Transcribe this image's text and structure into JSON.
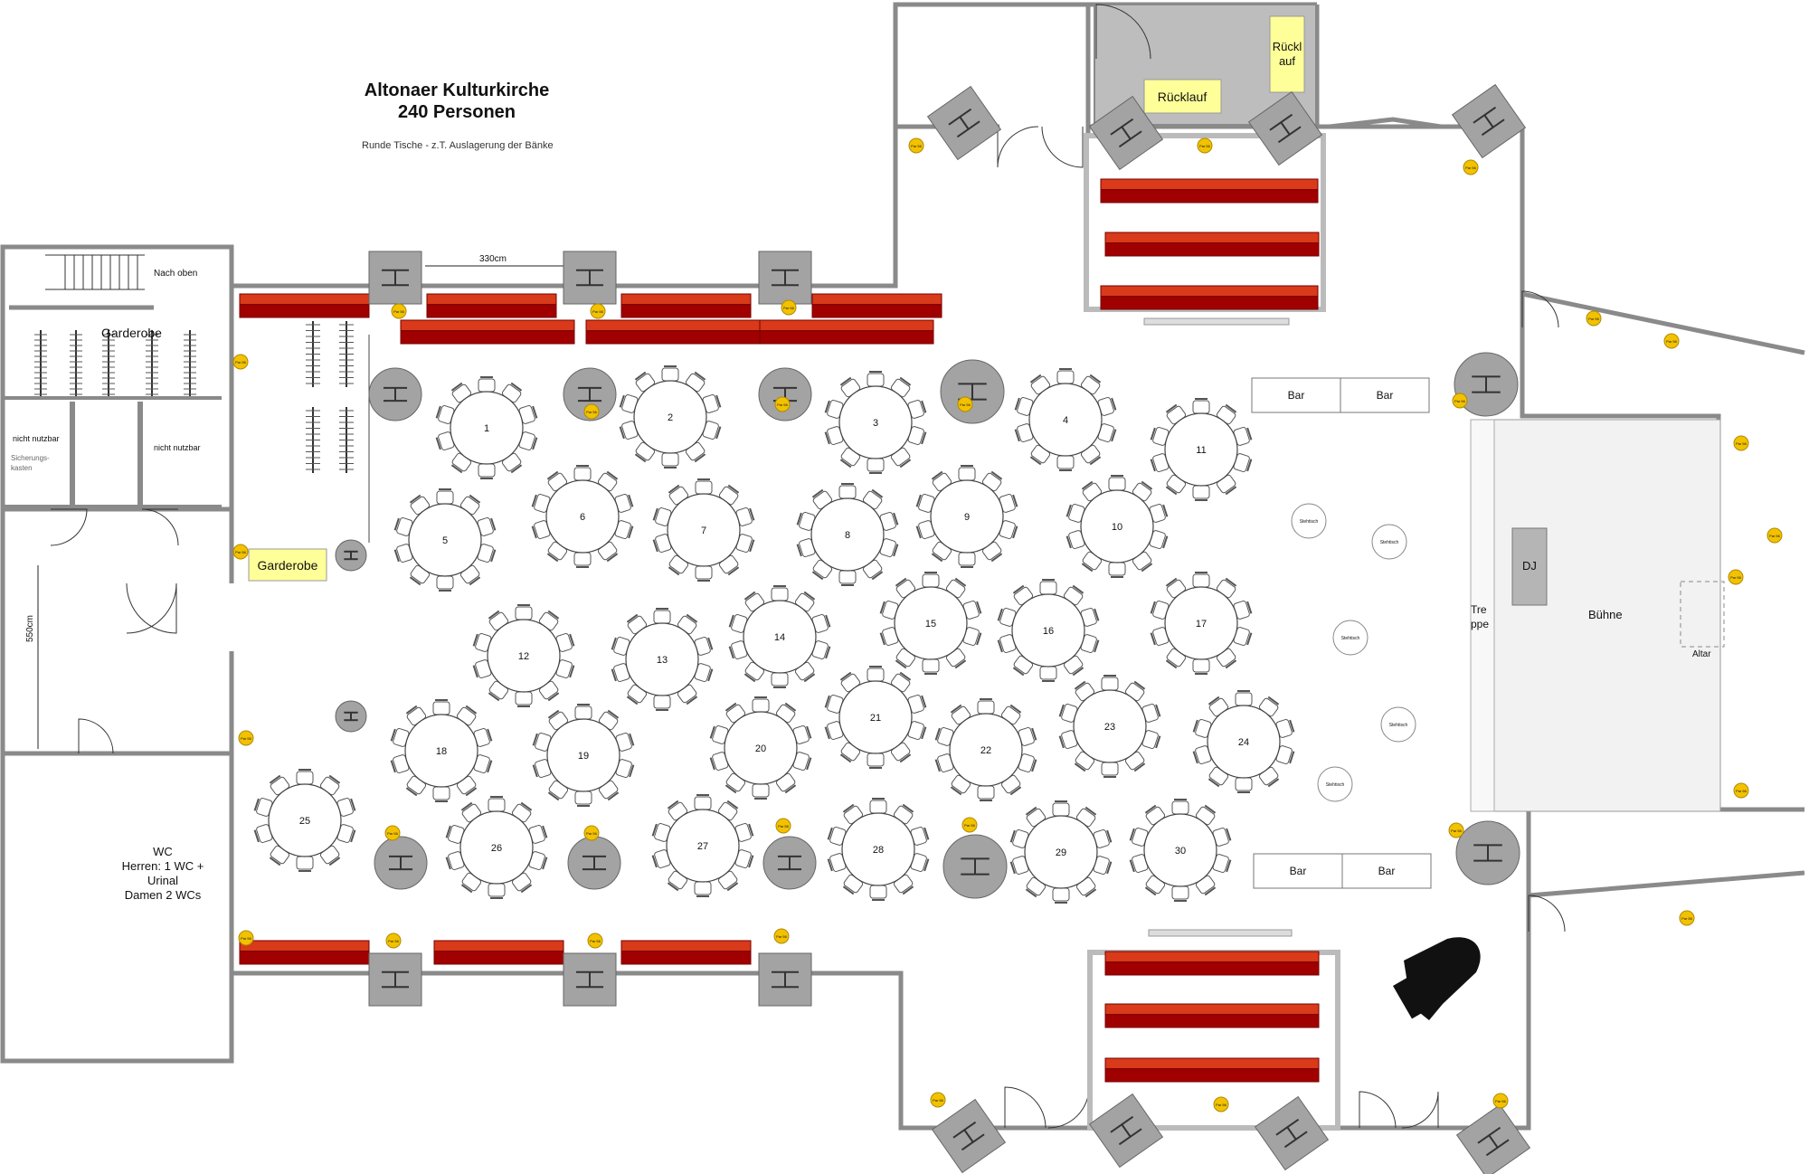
{
  "title": {
    "line1": "Altonaer Kulturkirche",
    "line2": "240  Personen",
    "subtitle": "Runde Tische - z.T. Auslagerung der Bänke"
  },
  "labels": {
    "dim_top": "330cm",
    "dim_left": "550cm",
    "stairs": "Nach oben",
    "garderobe_room": "Garderobe",
    "garderobe_box": "Garderobe",
    "nicht_nutzbar_1": "nicht nutzbar",
    "nicht_nutzbar_2": "nicht nutzbar",
    "sicherung_1": "Sicherungs-",
    "sicherung_2": "kasten",
    "wc": [
      "WC",
      "Herren: 1 WC +",
      "Urinal",
      "Damen 2 WCs"
    ],
    "ruecklauf": "Rücklauf",
    "ruecklauf_vertical": [
      "Rückl",
      "auf"
    ],
    "bar": "Bar",
    "dj": "DJ",
    "buehne": "Bühne",
    "treppe": [
      "Tre",
      "ppe"
    ],
    "altar": "Altar",
    "stehtisch": "Stehtisch",
    "lamp": "Par 56"
  },
  "colors": {
    "wall": "#8a8a8a",
    "bench_dark": "#a00000",
    "bench_light": "#d83a1a",
    "pillar": "#a3a3a3",
    "note_yellow": "#ffff99",
    "lamp": "#f2c200",
    "stage_fill": "#f2f2f2"
  },
  "tables": [
    {
      "n": "1"
    },
    {
      "n": "2"
    },
    {
      "n": "3"
    },
    {
      "n": "4"
    },
    {
      "n": "5"
    },
    {
      "n": "6"
    },
    {
      "n": "7"
    },
    {
      "n": "8"
    },
    {
      "n": "9"
    },
    {
      "n": "10"
    },
    {
      "n": "11"
    },
    {
      "n": "12"
    },
    {
      "n": "13"
    },
    {
      "n": "14"
    },
    {
      "n": "15"
    },
    {
      "n": "16"
    },
    {
      "n": "17"
    },
    {
      "n": "18"
    },
    {
      "n": "19"
    },
    {
      "n": "20"
    },
    {
      "n": "21"
    },
    {
      "n": "22"
    },
    {
      "n": "23"
    },
    {
      "n": "24"
    },
    {
      "n": "25"
    },
    {
      "n": "26"
    },
    {
      "n": "27"
    },
    {
      "n": "28"
    },
    {
      "n": "29"
    },
    {
      "n": "30"
    }
  ]
}
